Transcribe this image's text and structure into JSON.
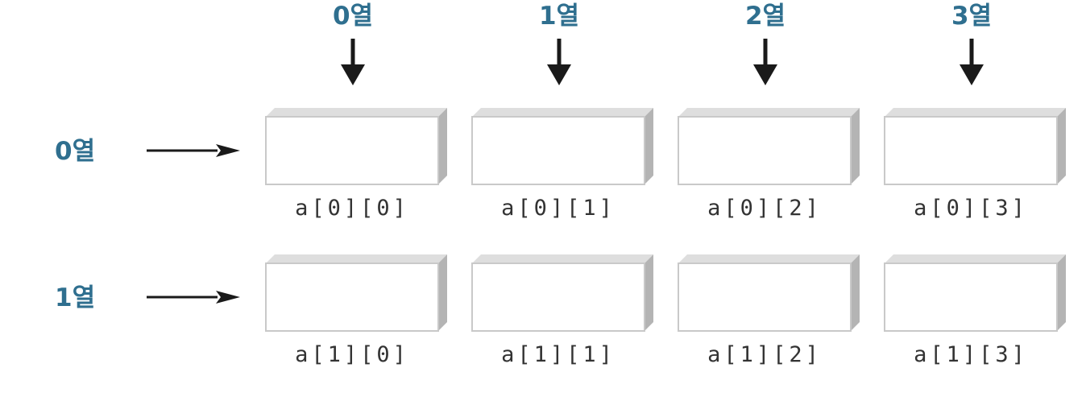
{
  "colors": {
    "label": "#2f6f8f",
    "arrow": "#1a1a1a",
    "box_face": "#ffffff",
    "box_border": "#c9c9c9",
    "box_top": "#dedede",
    "box_side": "#b4b4b4",
    "cell_text": "#333333"
  },
  "columns": [
    {
      "label": "0열"
    },
    {
      "label": "1열"
    },
    {
      "label": "2열"
    },
    {
      "label": "3열"
    }
  ],
  "rows": [
    {
      "label": "0열",
      "cells": [
        "a[0][0]",
        "a[0][1]",
        "a[0][2]",
        "a[0][3]"
      ]
    },
    {
      "label": "1열",
      "cells": [
        "a[1][0]",
        "a[1][1]",
        "a[1][2]",
        "a[1][3]"
      ]
    }
  ]
}
